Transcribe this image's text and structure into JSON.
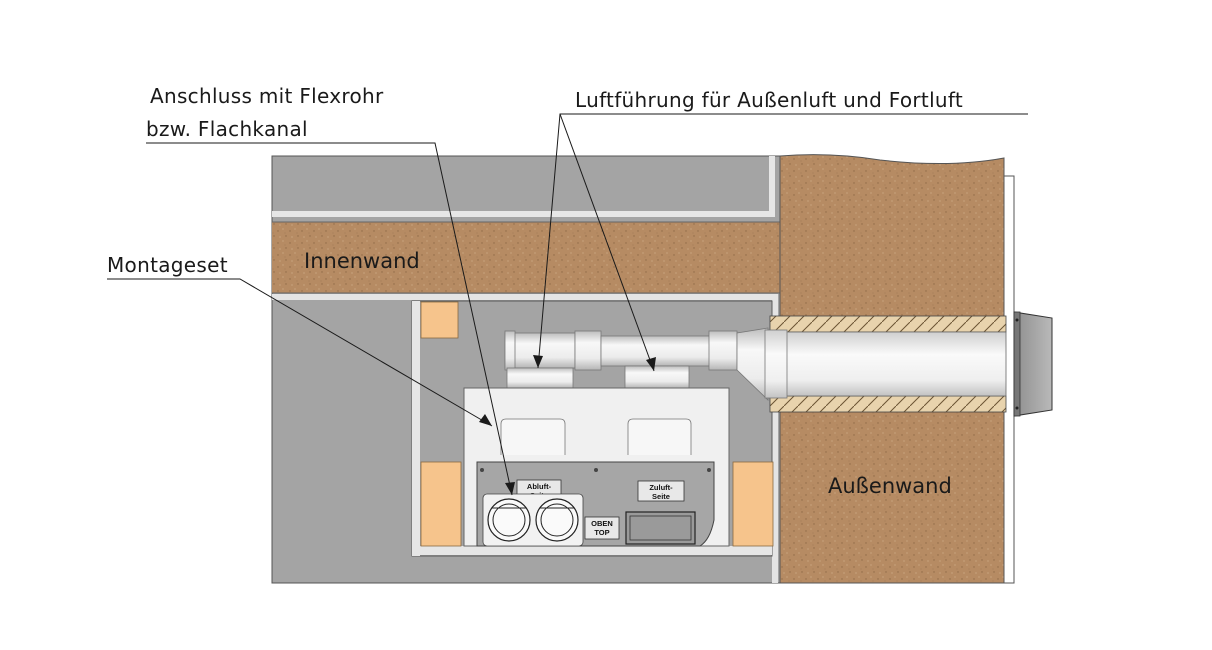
{
  "labels": {
    "anschluss_line1": "Anschluss mit Flexrohr",
    "anschluss_line2": "bzw. Flachkanal",
    "luftfuehrung": "Luftführung für Außenluft und Fortluft",
    "montageset": "Montageset",
    "innenwand": "Innenwand",
    "aussenwand": "Außenwand"
  },
  "device": {
    "abluft_label_line1": "Abluft-",
    "abluft_label_line2": "Seite",
    "zuluft_label_line1": "Zuluft-",
    "zuluft_label_line2": "Seite",
    "oben_label": "OBEN",
    "top_label": "TOP"
  },
  "colors": {
    "wall_brown": "#b68b63",
    "gray_fill": "#a4a4a4",
    "insulation_orange": "#f6c48c",
    "device_light": "#f0f0f0",
    "panel_gray": "#a6a6a6"
  }
}
